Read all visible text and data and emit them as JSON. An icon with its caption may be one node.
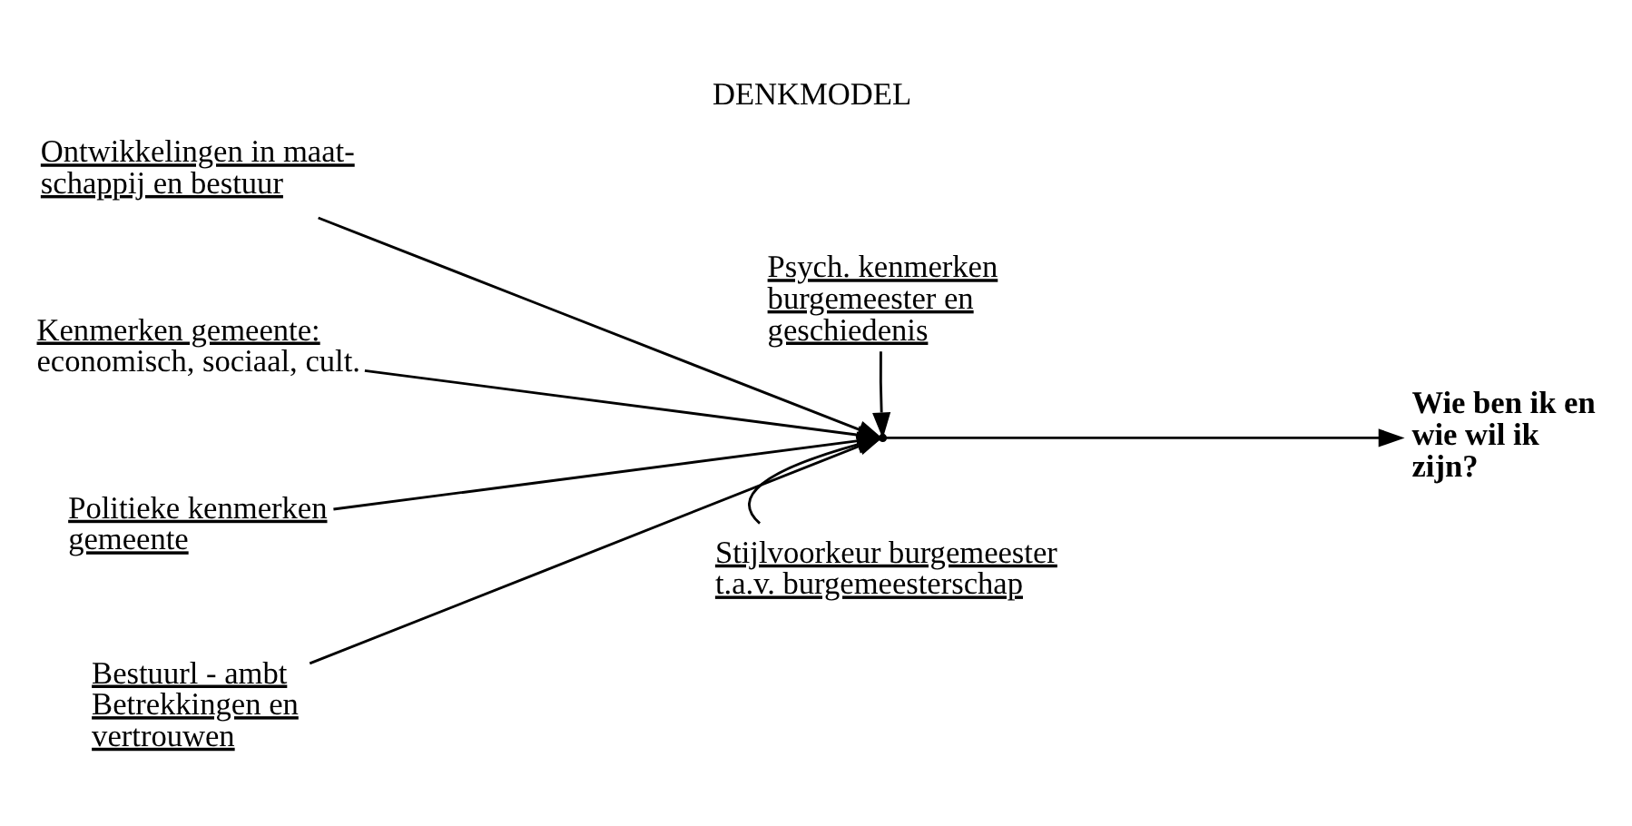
{
  "diagram": {
    "title": "DENKMODEL",
    "nodes": [
      {
        "text": [
          "Ontwikkelingen in maat- schappij en bestuur"
        ]
      },
      {
        "text": [
          "Psych. kenmerken burgemeester en geschiedenis"
        ]
      },
      {
        "text": [
          "Kenmerken gemeente:",
          "economisch, sociaal, cult."
        ]
      },
      {
        "text": [
          "Politieke kenmerken gemeente"
        ]
      },
      {
        "text": [
          "Stijlvoorkeur burgemeester t.a.v. burgemeesterschap"
        ]
      },
      {
        "text": [
          "Bestuurl - ambt Betrekkingen en vertrouwen"
        ]
      },
      {
        "text": [
          "Wie ben ik en wie wil ik zijn?"
        ]
      },
      {
        "text": [],
        "shape": "point"
      }
    ],
    "edges": [
      {
        "from": 0,
        "to": 7,
        "arrow": "to"
      },
      {
        "from": 2,
        "to": 7,
        "arrow": "to"
      },
      {
        "from": 3,
        "to": 7,
        "arrow": "to"
      },
      {
        "from": 5,
        "to": 7,
        "arrow": "to"
      },
      {
        "from": 1,
        "to": 7,
        "arrow": "to"
      },
      {
        "from": 4,
        "to": 7,
        "arrow": "to"
      },
      {
        "from": 7,
        "to": 6,
        "arrow": "to"
      }
    ]
  }
}
